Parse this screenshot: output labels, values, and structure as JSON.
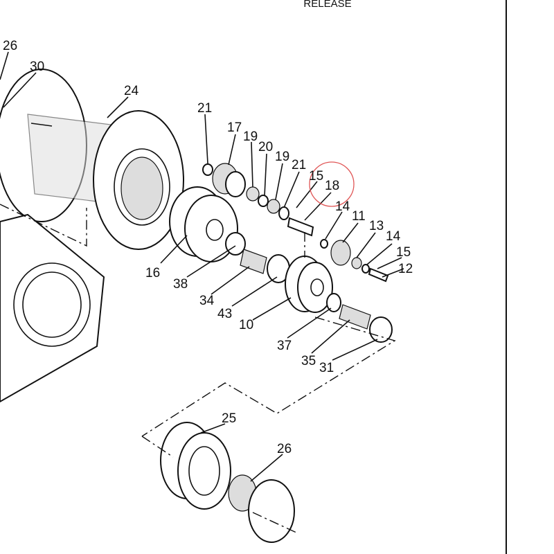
{
  "header": {
    "caption": "RELEASE"
  },
  "highlight": {
    "label": "18",
    "color": "#e05555"
  },
  "labels": [
    "26",
    "30",
    "24",
    "21",
    "17",
    "19",
    "20",
    "19",
    "21",
    "15",
    "18",
    "14",
    "11",
    "13",
    "14",
    "15",
    "12",
    "16",
    "38",
    "34",
    "43",
    "10",
    "37",
    "35",
    "31",
    "25",
    "26"
  ]
}
